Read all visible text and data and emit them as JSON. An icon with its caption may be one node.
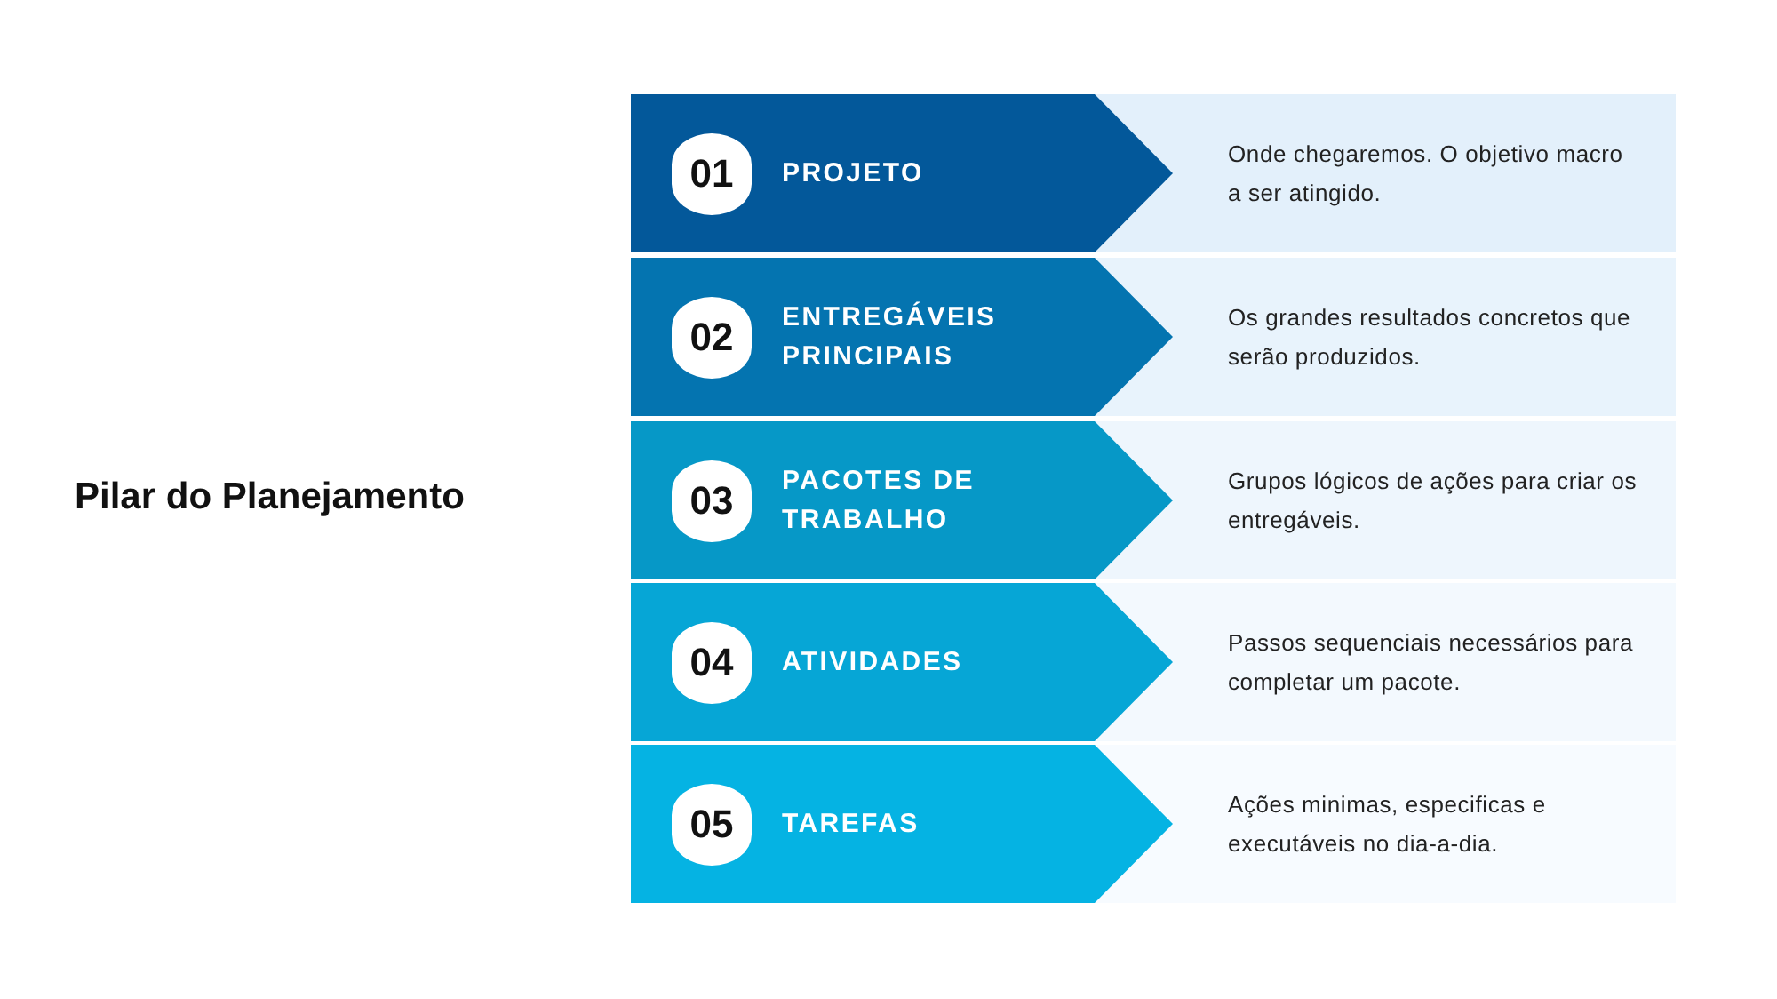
{
  "diagram": {
    "title": "Pilar do Planejamento",
    "nodes": [
      {
        "text": [
          "PROJETO"
        ]
      },
      {
        "text": [
          "01"
        ],
        "in": 0
      },
      {
        "text": [
          "Onde chegaremos. O objetivo macro a ser atingido."
        ]
      },
      {
        "text": [
          "ENTREGÁVEIS PRINCIPAIS"
        ]
      },
      {
        "text": [
          "02"
        ],
        "in": 3
      },
      {
        "text": [
          "Os grandes resultados concretos que serão produzidos."
        ]
      },
      {
        "text": [
          "PACOTES DE TRABALHO"
        ]
      },
      {
        "text": [
          "03"
        ],
        "in": 6
      },
      {
        "text": [
          "Grupos lógicos de ações para criar os entregáveis."
        ]
      },
      {
        "text": [
          "ATIVIDADES"
        ]
      },
      {
        "text": [
          "04"
        ],
        "in": 9
      },
      {
        "text": [
          "Passos sequenciais necessários para completar um pacote."
        ]
      },
      {
        "text": [
          "TAREFAS"
        ]
      },
      {
        "text": [
          "05"
        ],
        "in": 12
      },
      {
        "text": [
          "Ações minimas, especificas e executáveis no dia-a-dia."
        ]
      }
    ]
  }
}
